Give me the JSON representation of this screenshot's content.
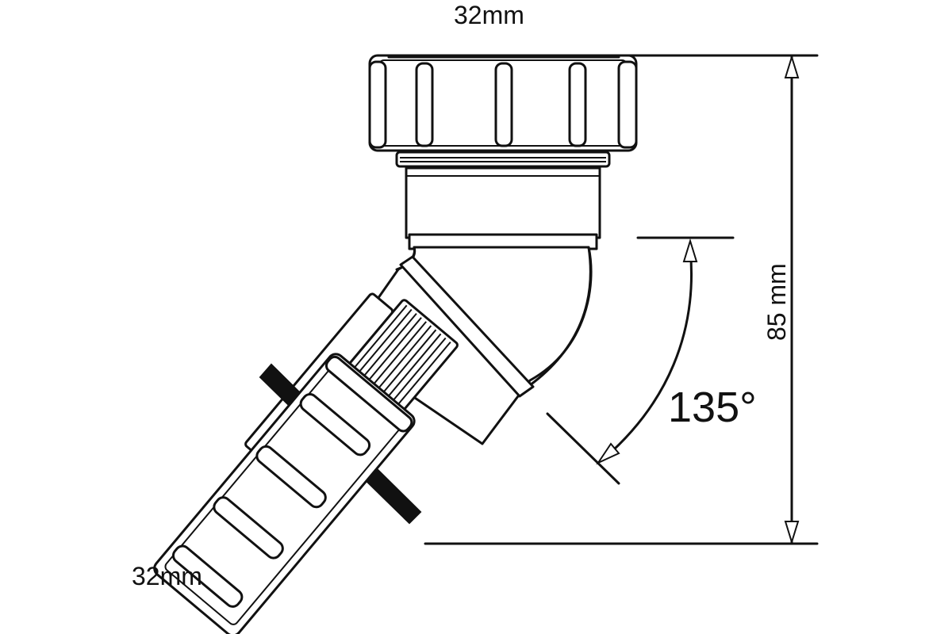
{
  "labels": {
    "top_size": "32mm",
    "bottom_size": "32mm",
    "height": "85 mm",
    "angle": "135°"
  },
  "colors": {
    "line": "#111111",
    "background": "#ffffff",
    "seal": "#111111"
  }
}
